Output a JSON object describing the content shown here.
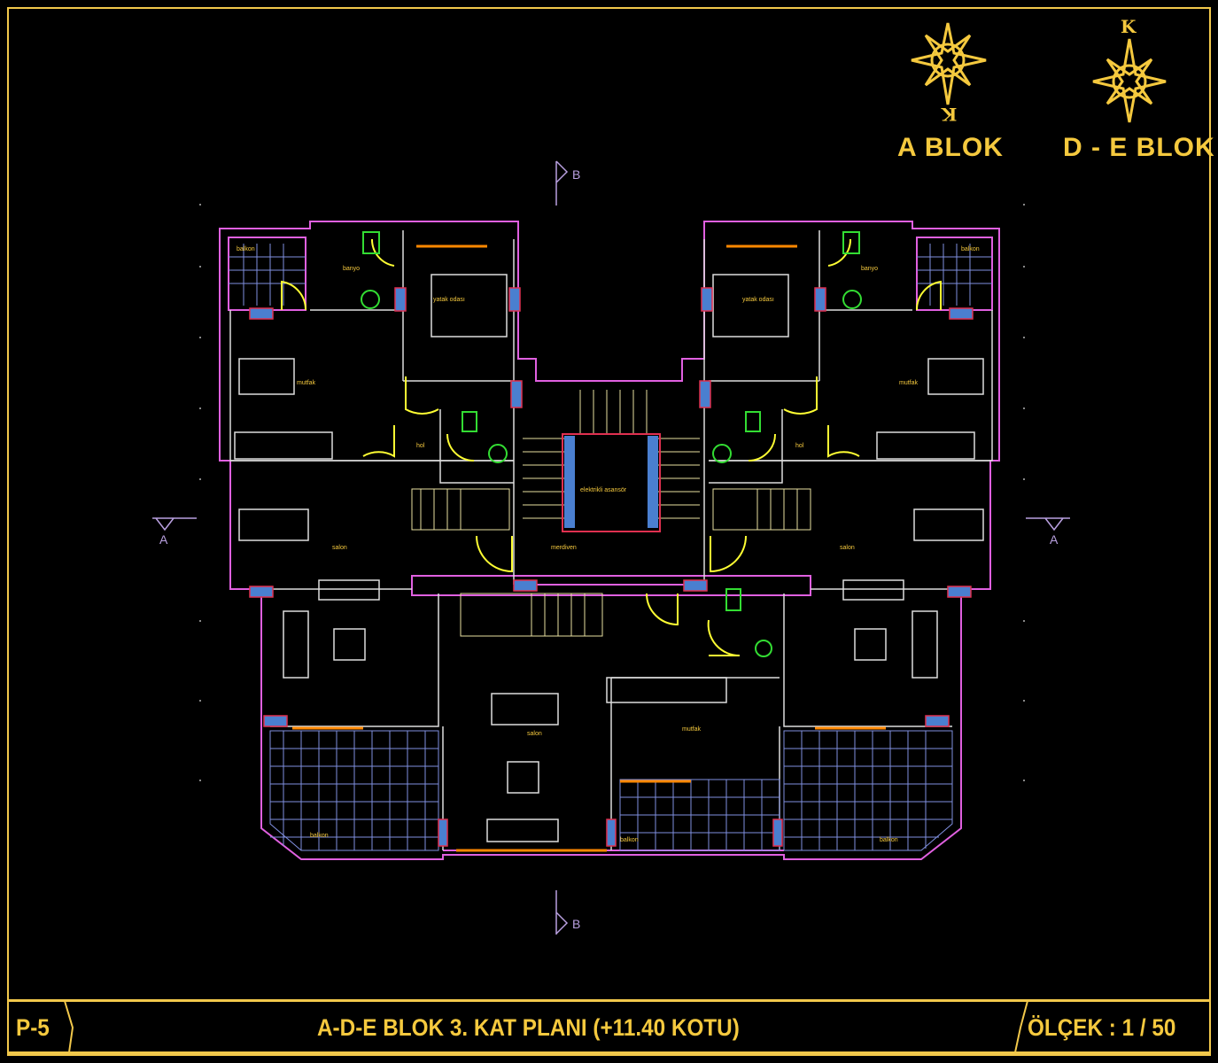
{
  "compass": {
    "a_block": {
      "north_letter": "K",
      "label": "A  BLOK"
    },
    "de_block": {
      "north_letter": "K",
      "label": "D - E  BLOK"
    }
  },
  "title_block": {
    "sheet_no": "P-5",
    "title": "A-D-E  BLOK  3. KAT  PLANI  (+11.40  KOTU)",
    "scale": "ÖLÇEK : 1 / 50"
  },
  "section_marks": {
    "top": "B",
    "bottom": "B",
    "left": "A",
    "right": "A"
  },
  "rooms": {
    "balkon": "balkon",
    "banyo": "banyo",
    "yatak_odasi": "yatak odası",
    "mutfak": "mutfak",
    "hol": "hol",
    "salon": "salon",
    "merdiven": "merdiven",
    "asansor": "elektrikli asansör"
  },
  "colors": {
    "frame": "#f2c84b",
    "wall": "#e060e0",
    "door": "#ffff33",
    "fixture": "#33dd33",
    "column": "#4a7fd0"
  }
}
